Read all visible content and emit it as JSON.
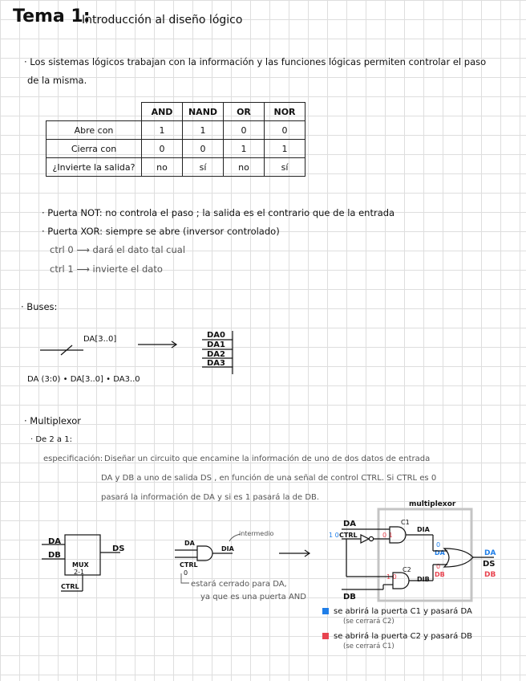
{
  "header": {
    "title": "Tema 1",
    "colon": ":",
    "subtitle": "Introducción al diseño lógico"
  },
  "intro": {
    "line1": "· Los sistemas lógicos trabajan con la información y las funciones lógicas permiten controlar el paso",
    "line2": "de la misma."
  },
  "truth_table": {
    "columns": [
      "AND",
      "NAND",
      "OR",
      "NOR"
    ],
    "rows": [
      {
        "label": "Abre con",
        "values": [
          "1",
          "1",
          "0",
          "0"
        ]
      },
      {
        "label": "Cierra con",
        "values": [
          "0",
          "0",
          "1",
          "1"
        ]
      },
      {
        "label": "¿Invierte la salida?",
        "values": [
          "no",
          "sí",
          "no",
          "sí"
        ]
      }
    ]
  },
  "gates_notes": {
    "not_line": "· Puerta NOT: no controla el paso ; la salida es el contrario que de la entrada",
    "xor_line": "· Puerta XOR: siempre se abre (inversor controlado)",
    "ctrl0": "ctrl 0 ⟶ dará el dato tal cual",
    "ctrl1": "ctrl 1 ⟶ invierte el dato"
  },
  "buses": {
    "heading": "· Buses:",
    "bus_label": "DA[3..0]",
    "bits": [
      "DA0",
      "DA1",
      "DA2",
      "DA3"
    ],
    "notation": "DA (3:0) • DA[3..0] • DA3..0"
  },
  "multiplexor": {
    "heading": "· Multiplexor",
    "sub": "· De 2 a 1:",
    "spec_label": "especificación:",
    "spec_line1": "Diseñar un circuito que encamine la información de uno de dos datos de entrada",
    "spec_line2": "DA y DB a uno de salida DS , en función de una señal de control CTRL. Si CTRL es 0",
    "spec_line3": "pasará la información de DA y si es 1 pasará la de DB.",
    "block": {
      "in_a": "DA",
      "in_b": "DB",
      "out": "DS",
      "ctrl": "CTRL",
      "name": "MUX",
      "ratio": "2-1"
    },
    "partial": {
      "in_a": "DA",
      "ctrl": "CTRL",
      "ctrl_val": "0",
      "out": "DIA",
      "tag": "intermedio",
      "note1": "estará cerrado para DA,",
      "note2": "ya que es una puerta AND"
    },
    "full": {
      "title": "multiplexor",
      "da": "DA",
      "ctrl": "CTRL",
      "db": "DB",
      "c1": "C1",
      "c2": "C2",
      "dia": "DIA",
      "dib": "DIB",
      "ds": "DS",
      "b10": "1 0",
      "b01": "0 1",
      "r10": "1 0",
      "blue0": "0",
      "blue_da": "DA",
      "red0": "0",
      "red_db": "DB",
      "out_da": "DA",
      "out_db": "DB"
    },
    "legend": {
      "blue_line": "se abrirá la puerta C1 y pasará DA",
      "blue_sub": "(se cerrará C2)",
      "red_line": "se abrirá la puerta C2 y pasará DB",
      "red_sub": "(se cerrará C1)"
    }
  },
  "colors": {
    "blue": "#1f7ee8",
    "red": "#e8434f",
    "ink": "#111111",
    "grid": "#dedede"
  }
}
